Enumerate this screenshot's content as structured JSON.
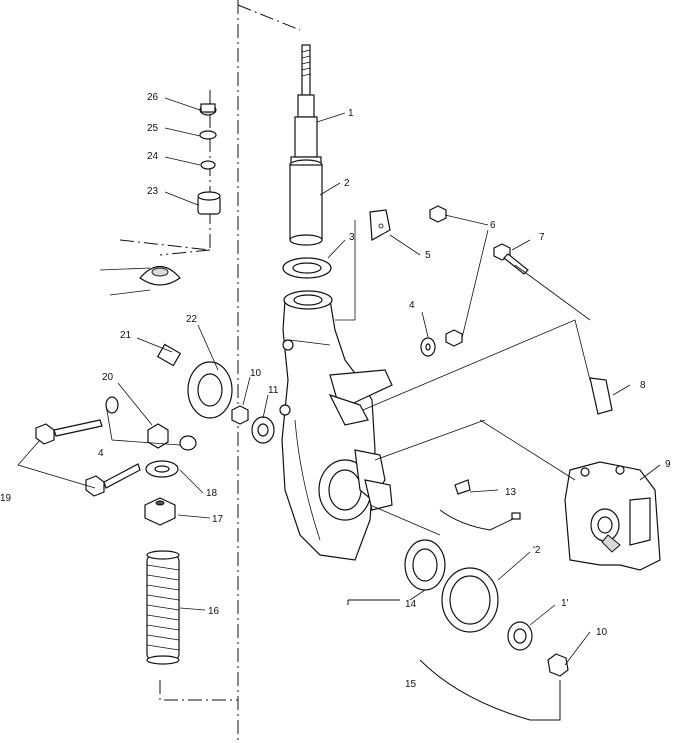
{
  "callouts": [
    {
      "id": "c1",
      "text": "1"
    },
    {
      "id": "c2",
      "text": "2"
    },
    {
      "id": "c3",
      "text": "3"
    },
    {
      "id": "c4a",
      "text": "4"
    },
    {
      "id": "c4b",
      "text": "4"
    },
    {
      "id": "c5",
      "text": "5"
    },
    {
      "id": "c6",
      "text": "6"
    },
    {
      "id": "c7",
      "text": "7"
    },
    {
      "id": "c8",
      "text": "8"
    },
    {
      "id": "c9",
      "text": "9"
    },
    {
      "id": "c10a",
      "text": "10"
    },
    {
      "id": "c10b",
      "text": "10"
    },
    {
      "id": "c11a",
      "text": "11"
    },
    {
      "id": "c11b",
      "text": "1'"
    },
    {
      "id": "c12",
      "text": "'2"
    },
    {
      "id": "c13",
      "text": "13"
    },
    {
      "id": "c14",
      "text": "14"
    },
    {
      "id": "c15",
      "text": "15"
    },
    {
      "id": "c16",
      "text": "16"
    },
    {
      "id": "c17",
      "text": "17"
    },
    {
      "id": "c18",
      "text": "18"
    },
    {
      "id": "c19",
      "text": "19"
    },
    {
      "id": "c20",
      "text": "20"
    },
    {
      "id": "c21",
      "text": "21"
    },
    {
      "id": "c22",
      "text": "22"
    },
    {
      "id": "c23",
      "text": "23"
    },
    {
      "id": "c24",
      "text": "24"
    },
    {
      "id": "c25",
      "text": "25"
    },
    {
      "id": "c26",
      "text": "26"
    }
  ]
}
